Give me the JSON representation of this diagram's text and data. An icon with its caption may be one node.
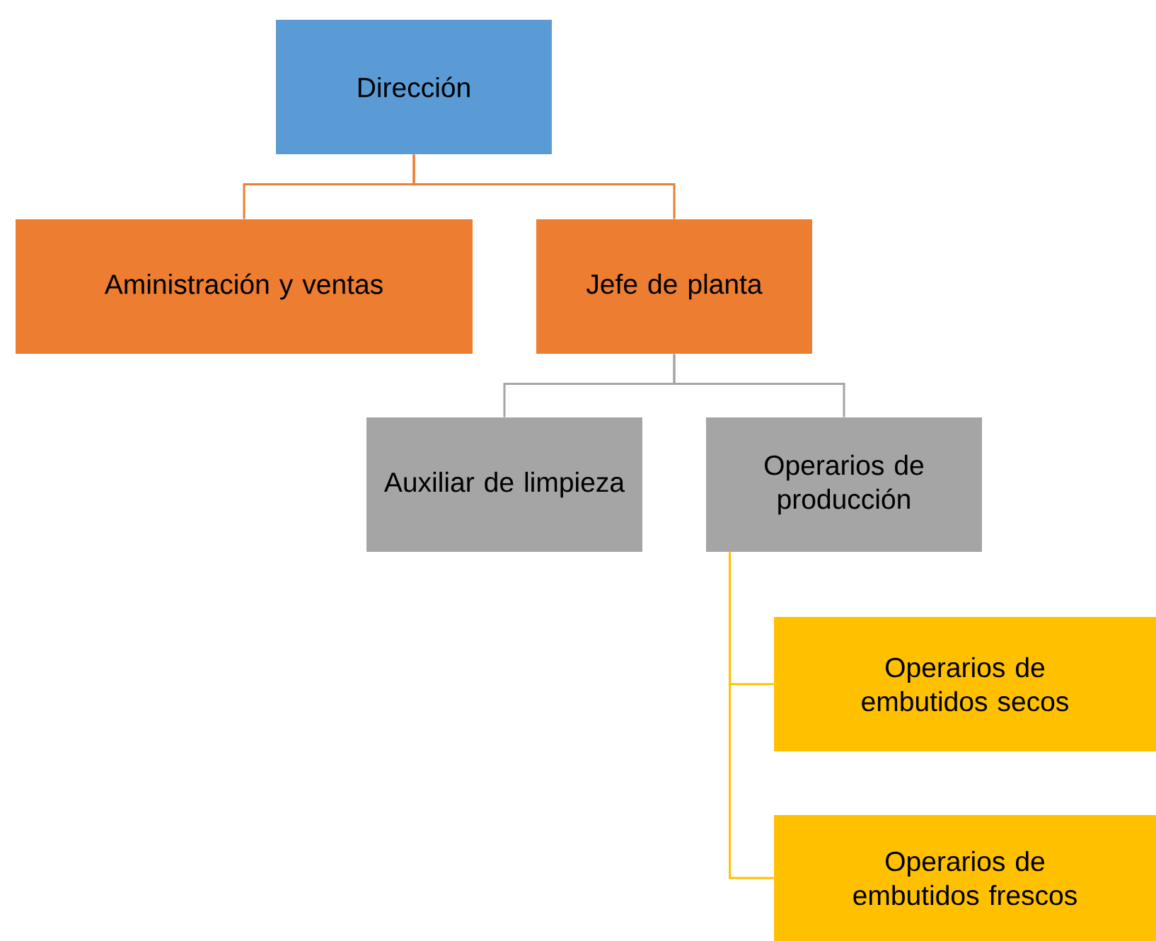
{
  "diagram": {
    "nodes": [
      {
        "text": [
          "Dirección"
        ]
      },
      {
        "text": [
          "Aministración y ventas"
        ]
      },
      {
        "text": [
          "Jefe de planta"
        ]
      },
      {
        "text": [
          "Auxiliar de limpieza"
        ]
      },
      {
        "text": [
          "Operarios de producción"
        ]
      },
      {
        "text": [
          "Operarios de embutidos secos"
        ]
      },
      {
        "text": [
          "Operarios de embutidos frescos"
        ]
      }
    ],
    "edges": [
      {
        "from": 0,
        "to": 1,
        "arrow": "none",
        "color": "#ed7d31"
      },
      {
        "from": 0,
        "to": 2,
        "arrow": "none",
        "color": "#ed7d31"
      },
      {
        "from": 2,
        "to": 3,
        "arrow": "none",
        "color": "#a5a5a5"
      },
      {
        "from": 2,
        "to": 4,
        "arrow": "none",
        "color": "#a5a5a5"
      },
      {
        "from": 4,
        "to": 5,
        "arrow": "none",
        "color": "#ffc000"
      },
      {
        "from": 4,
        "to": 6,
        "arrow": "none",
        "color": "#ffc000"
      }
    ]
  }
}
